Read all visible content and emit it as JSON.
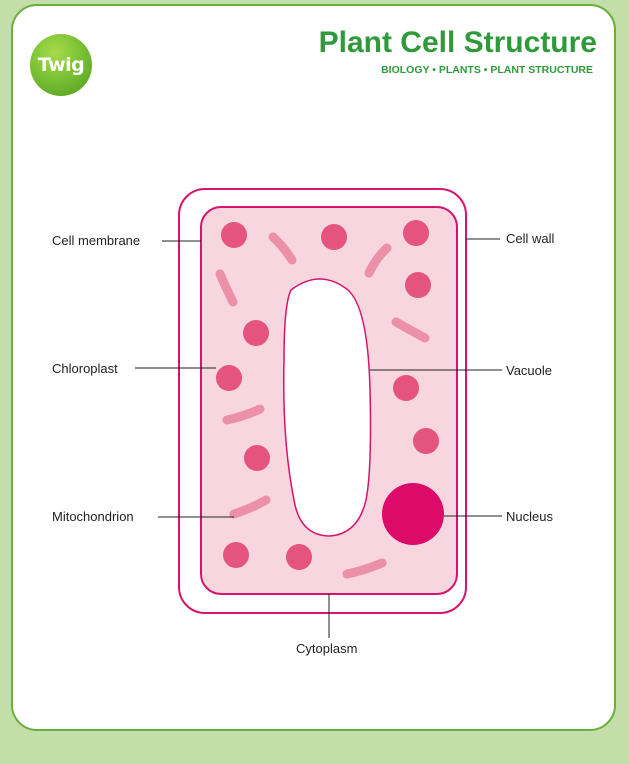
{
  "header": {
    "logo_text": "Twig",
    "title": "Plant Cell Structure",
    "subtitle": "BIOLOGY • PLANTS • PLANT STRUCTURE"
  },
  "labels": {
    "cell_membrane": "Cell membrane",
    "chloroplast": "Chloroplast",
    "mitochondrion": "Mitochondrion",
    "cell_wall": "Cell wall",
    "vacuole": "Vacuole",
    "nucleus": "Nucleus",
    "cytoplasm": "Cytoplasm"
  },
  "colors": {
    "background": "#c3dea8",
    "card_border": "#6aae3b",
    "title_green": "#2e9a3a",
    "cell_wall_stroke": "#d6146c",
    "cytoplasm_fill": "#f8d6df",
    "chloroplast_fill": "#e5537f",
    "mitochondrion_fill": "#ec8fa8",
    "nucleus_fill": "#dc0b6a"
  }
}
